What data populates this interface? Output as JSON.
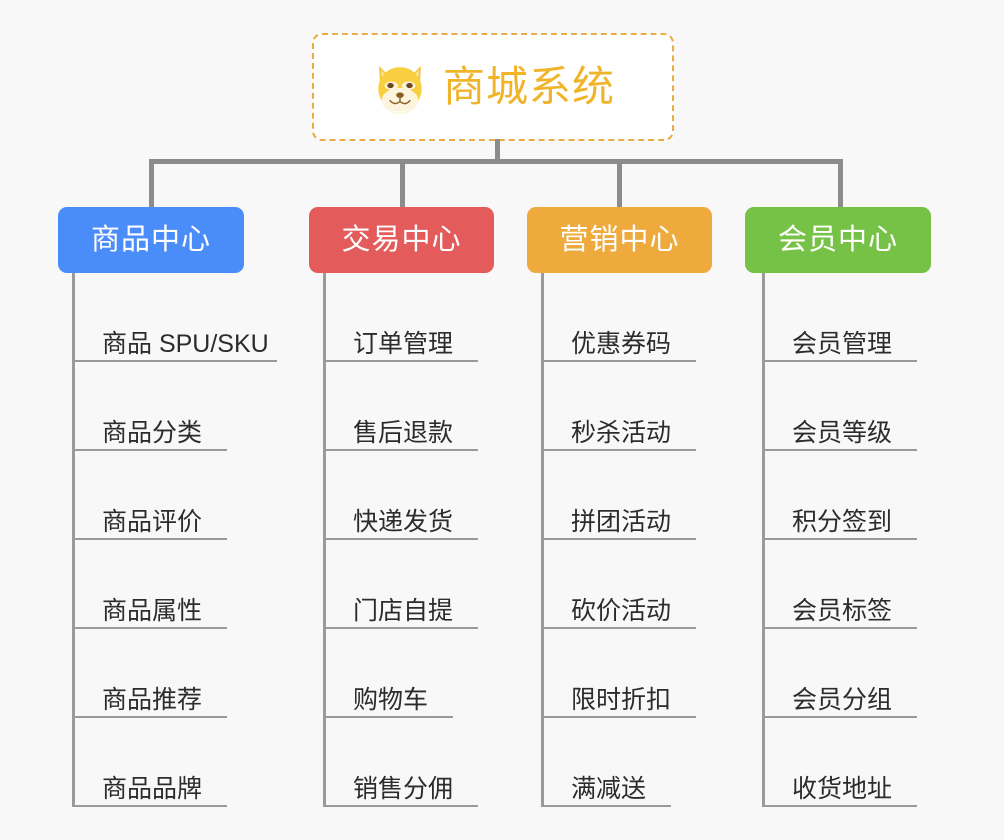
{
  "diagram": {
    "title": "商城系统",
    "root_icon": "shiba-dog-icon",
    "background_color": "#f8f8f8",
    "connector_color": "#8c8c8c",
    "root_border_color": "#eaac44",
    "root_text_color": "#f0b429",
    "columns": [
      {
        "id": "product-center",
        "label": "商品中心",
        "color": "#4b8df8",
        "items": [
          "商品 SPU/SKU",
          "商品分类",
          "商品评价",
          "商品属性",
          "商品推荐",
          "商品品牌"
        ]
      },
      {
        "id": "trade-center",
        "label": "交易中心",
        "color": "#e35b5b",
        "items": [
          "订单管理",
          "售后退款",
          "快递发货",
          "门店自提",
          "购物车",
          "销售分佣"
        ]
      },
      {
        "id": "marketing-center",
        "label": "营销中心",
        "color": "#eeaa3c",
        "items": [
          "优惠券码",
          "秒杀活动",
          "拼团活动",
          "砍价活动",
          "限时折扣",
          "满减送"
        ]
      },
      {
        "id": "member-center",
        "label": "会员中心",
        "color": "#76c247",
        "items": [
          "会员管理",
          "会员等级",
          "积分签到",
          "会员标签",
          "会员分组",
          "收货地址"
        ]
      }
    ]
  }
}
